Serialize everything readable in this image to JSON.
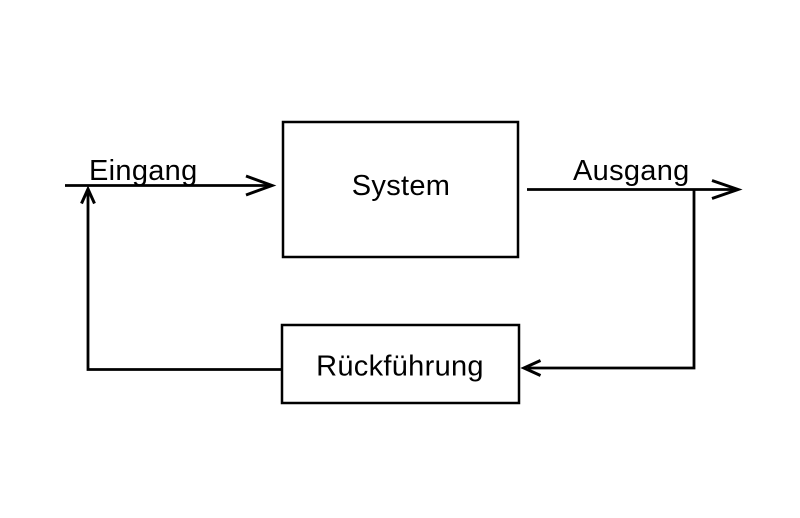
{
  "diagram": {
    "type": "block-diagram",
    "description": "Feedback control loop block diagram (German)",
    "nodes": [
      {
        "id": "system",
        "label": "System"
      },
      {
        "id": "feedback",
        "label": "Rückführung"
      }
    ],
    "edge_labels": [
      {
        "id": "input",
        "label": "Eingang"
      },
      {
        "id": "output",
        "label": "Ausgang"
      }
    ],
    "edges": [
      {
        "from": "input-terminal",
        "to": "system",
        "label": "Eingang"
      },
      {
        "from": "system",
        "to": "output-terminal",
        "label": "Ausgang"
      },
      {
        "from": "output-branch",
        "to": "feedback",
        "label": ""
      },
      {
        "from": "feedback",
        "to": "input-line",
        "label": ""
      }
    ],
    "colors": {
      "stroke": "#000000",
      "text": "#000000",
      "background": "#ffffff",
      "node_fill": "#ffffff"
    }
  }
}
